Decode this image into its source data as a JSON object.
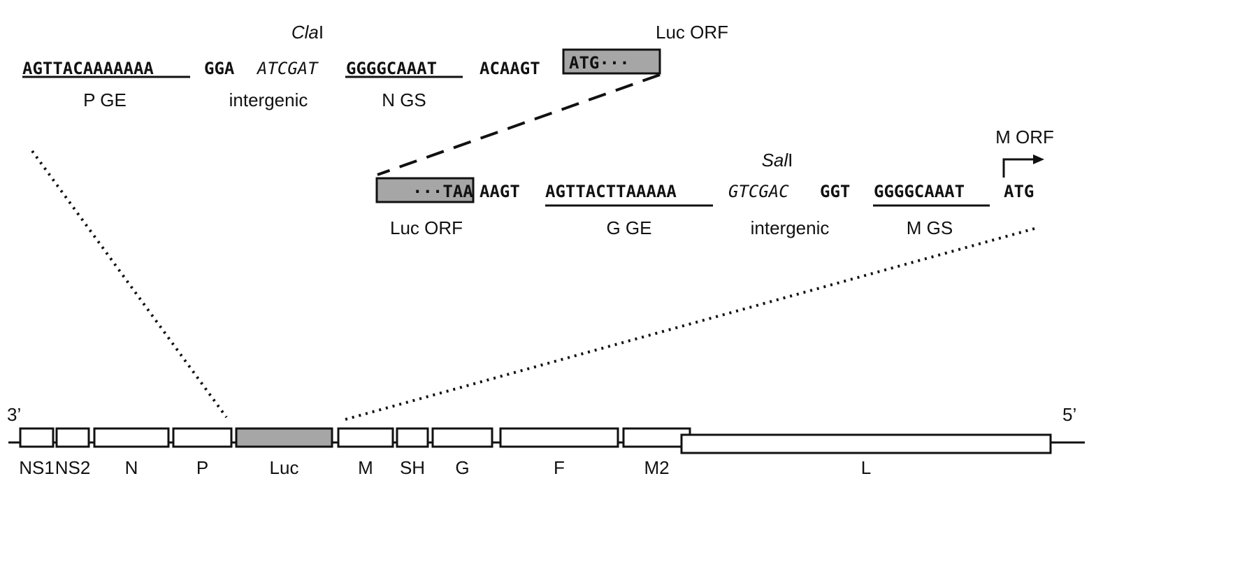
{
  "colors": {
    "stroke": "#111111",
    "highlight": "#a6a6a6",
    "fill": "#ffffff"
  },
  "top_cassette": {
    "p_ge_seq": "AGTTACAAAAAAA",
    "gga_seq": "GGA",
    "cla_site_seq": "ATCGAT",
    "cla_enzyme": "Cla",
    "cla_suffix": "I",
    "n_gs_seq": "GGGGCAAAT",
    "acaagt_seq": "ACAAGT",
    "luc_start_seq": "ATG···",
    "luc_orf_label": "Luc ORF",
    "p_ge_label": "P GE",
    "intergenic_label": "intergenic",
    "n_gs_label": "N GS"
  },
  "bottom_cassette": {
    "luc_end_seq": "···TAA",
    "aagt_seq": "AAGT",
    "g_ge_seq": "AGTTACTTAAAAA",
    "sal_site_seq": "GTCGAC",
    "sal_enzyme": "Sal",
    "sal_suffix": "I",
    "ggt_seq": "GGT",
    "m_gs_seq": "GGGGCAAAT",
    "atg_seq": "ATG",
    "m_orf_label": "M ORF",
    "luc_orf_label": "Luc ORF",
    "g_ge_label": "G GE",
    "intergenic_label": "intergenic",
    "m_gs_label": "M GS"
  },
  "genome": {
    "end_3": "3’",
    "end_5": "5’",
    "genes": [
      {
        "name": "NS1",
        "highlight": false
      },
      {
        "name": "NS2",
        "highlight": false
      },
      {
        "name": "N",
        "highlight": false
      },
      {
        "name": "P",
        "highlight": false
      },
      {
        "name": "Luc",
        "highlight": true
      },
      {
        "name": "M",
        "highlight": false
      },
      {
        "name": "SH",
        "highlight": false
      },
      {
        "name": "G",
        "highlight": false
      },
      {
        "name": "F",
        "highlight": false
      },
      {
        "name": "M2",
        "highlight": false
      },
      {
        "name": "L",
        "highlight": false
      }
    ]
  }
}
